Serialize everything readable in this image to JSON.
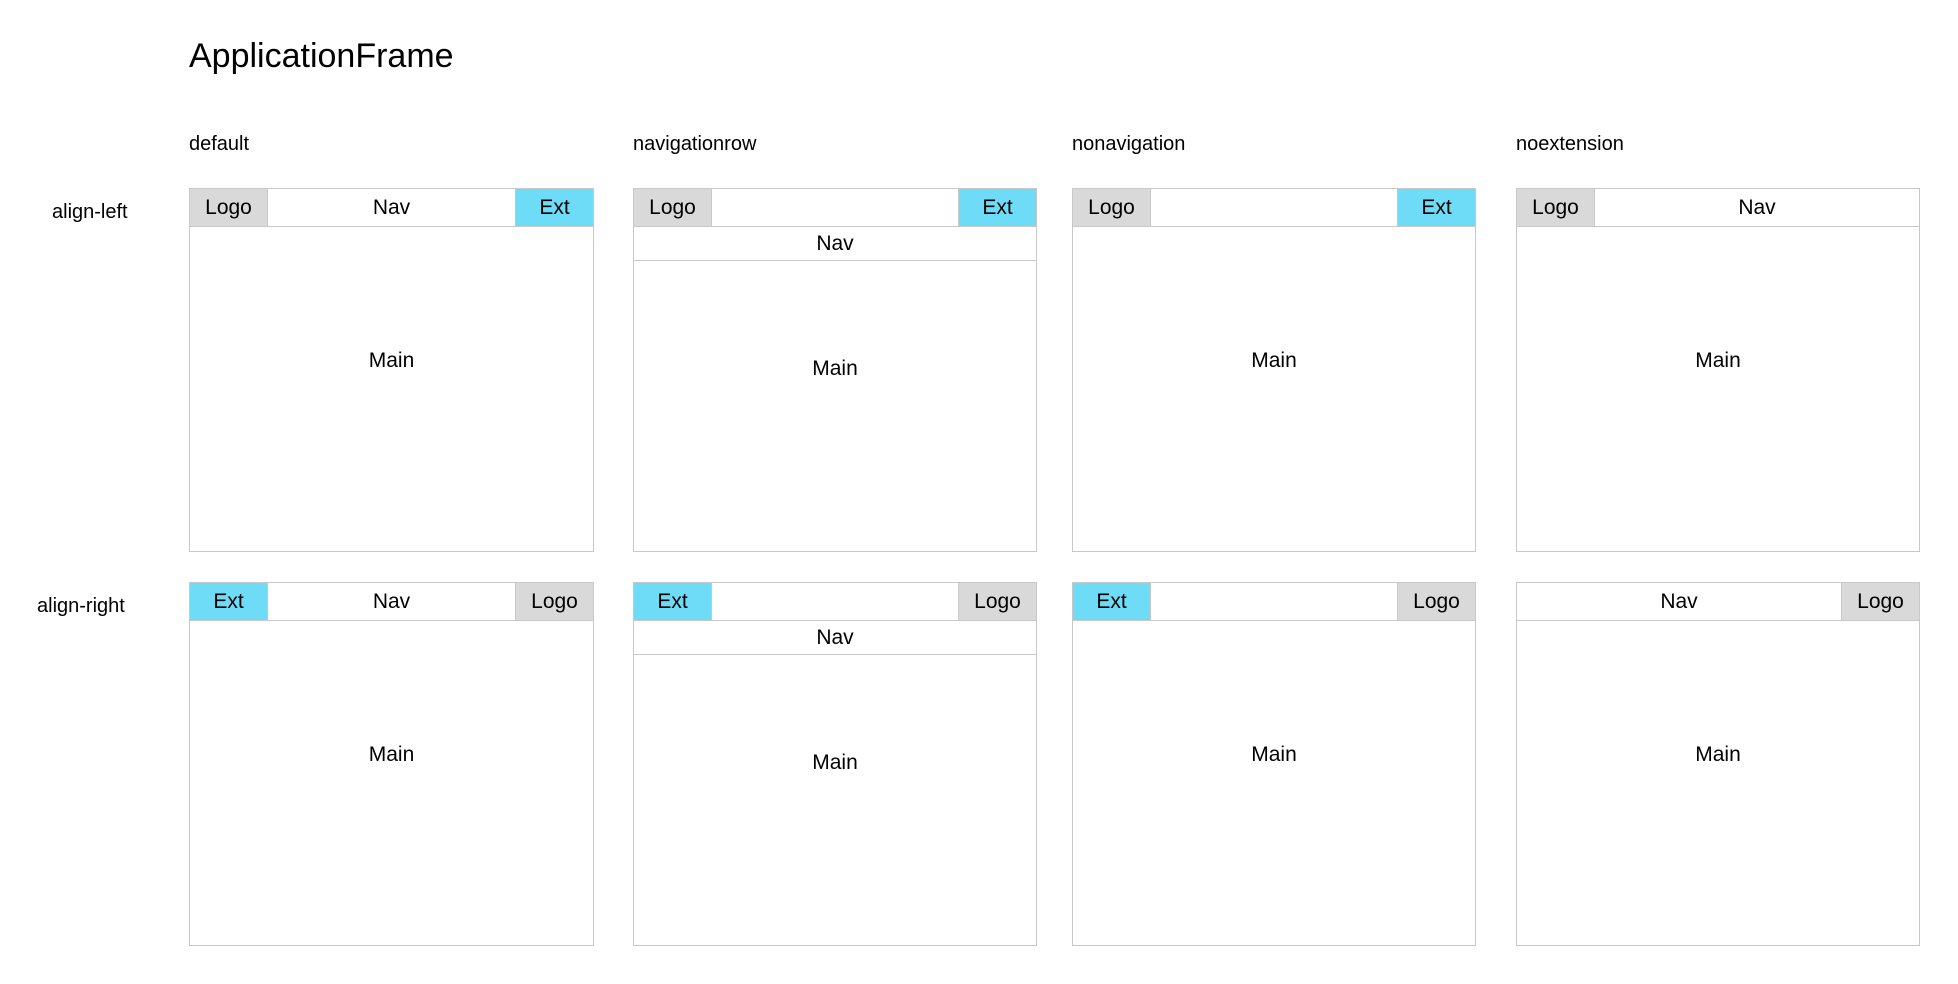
{
  "page": {
    "title": "ApplicationFrame"
  },
  "colors": {
    "logo_fill": "#d9d9d9",
    "ext_fill": "#6fdcf7",
    "border": "#c8c8c8",
    "background": "#ffffff",
    "text": "#000000"
  },
  "labels": {
    "logo": "Logo",
    "nav": "Nav",
    "ext": "Ext",
    "main": "Main"
  },
  "columns": [
    {
      "key": "default",
      "label": "default"
    },
    {
      "key": "navigationrow",
      "label": "navigationrow"
    },
    {
      "key": "nonavigation",
      "label": "nonavigation"
    },
    {
      "key": "noextension",
      "label": "noextension"
    }
  ],
  "rows": [
    {
      "key": "align-left",
      "label": "align-left"
    },
    {
      "key": "align-right",
      "label": "align-right"
    }
  ],
  "cells": {
    "align-left": {
      "default": {
        "order": [
          "logo",
          "nav",
          "ext"
        ],
        "header": {
          "logo": "Logo",
          "nav": "Nav",
          "ext": "Ext"
        },
        "navigation_row": null,
        "main": "Main"
      },
      "navigationrow": {
        "order": [
          "logo",
          "spacer",
          "ext"
        ],
        "header": {
          "logo": "Logo",
          "nav": "",
          "ext": "Ext"
        },
        "navigation_row": "Nav",
        "main": "Main"
      },
      "nonavigation": {
        "order": [
          "logo",
          "spacer",
          "ext"
        ],
        "header": {
          "logo": "Logo",
          "nav": "",
          "ext": "Ext"
        },
        "navigation_row": null,
        "main": "Main"
      },
      "noextension": {
        "order": [
          "logo",
          "nav"
        ],
        "header": {
          "logo": "Logo",
          "nav": "Nav",
          "ext": ""
        },
        "navigation_row": null,
        "main": "Main"
      }
    },
    "align-right": {
      "default": {
        "order": [
          "ext",
          "nav",
          "logo"
        ],
        "header": {
          "logo": "Logo",
          "nav": "Nav",
          "ext": "Ext"
        },
        "navigation_row": null,
        "main": "Main"
      },
      "navigationrow": {
        "order": [
          "ext",
          "spacer",
          "logo"
        ],
        "header": {
          "logo": "Logo",
          "nav": "",
          "ext": "Ext"
        },
        "navigation_row": "Nav",
        "main": "Main"
      },
      "nonavigation": {
        "order": [
          "ext",
          "spacer",
          "logo"
        ],
        "header": {
          "logo": "Logo",
          "nav": "",
          "ext": "Ext"
        },
        "navigation_row": null,
        "main": "Main"
      },
      "noextension": {
        "order": [
          "nav",
          "logo"
        ],
        "header": {
          "logo": "Logo",
          "nav": "Nav",
          "ext": ""
        },
        "navigation_row": null,
        "main": "Main"
      }
    }
  }
}
